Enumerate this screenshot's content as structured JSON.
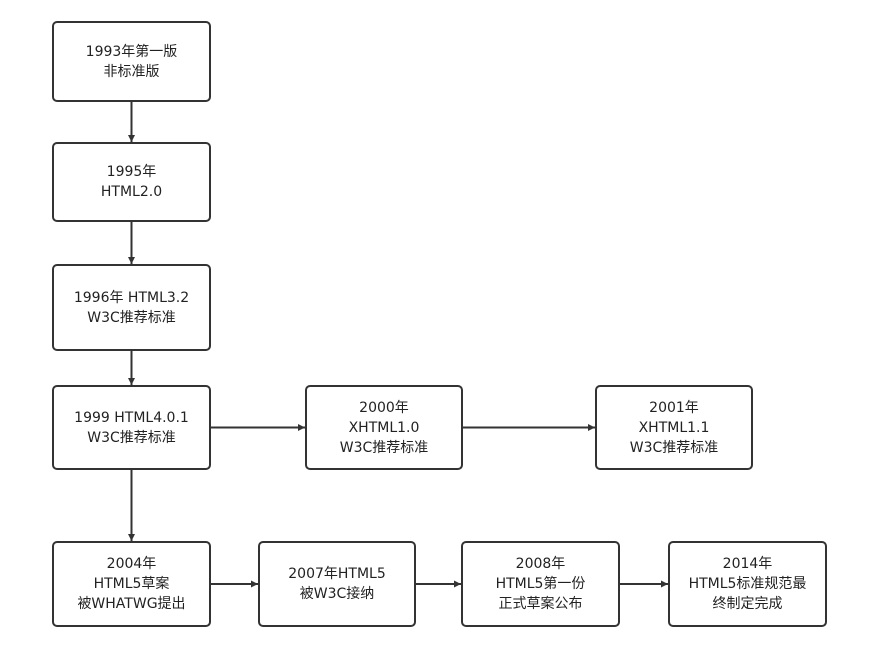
{
  "colors": {
    "stroke": "#333333",
    "text": "#222222",
    "background": "#ffffff"
  },
  "nodes": [
    {
      "id": "n1",
      "lines": [
        "1993年第一版",
        "非标准版"
      ]
    },
    {
      "id": "n2",
      "lines": [
        "1995年",
        "HTML2.0"
      ]
    },
    {
      "id": "n3",
      "lines": [
        "1996年 HTML3.2",
        "W3C推荐标准"
      ]
    },
    {
      "id": "n4",
      "lines": [
        "1999 HTML4.0.1",
        "W3C推荐标准"
      ]
    },
    {
      "id": "n5",
      "lines": [
        "2000年",
        "XHTML1.0",
        "W3C推荐标准"
      ]
    },
    {
      "id": "n6",
      "lines": [
        "2001年",
        "XHTML1.1",
        "W3C推荐标准"
      ]
    },
    {
      "id": "n7",
      "lines": [
        "2004年",
        "HTML5草案",
        "被WHATWG提出"
      ]
    },
    {
      "id": "n8",
      "lines": [
        "2007年HTML5",
        "被W3C接纳"
      ]
    },
    {
      "id": "n9",
      "lines": [
        "2008年",
        "HTML5第一份",
        "正式草案公布"
      ]
    },
    {
      "id": "n10",
      "lines": [
        "2014年",
        "HTML5标准规范最",
        "终制定完成"
      ]
    }
  ],
  "edges": [
    {
      "from": "n1",
      "to": "n2"
    },
    {
      "from": "n2",
      "to": "n3"
    },
    {
      "from": "n3",
      "to": "n4"
    },
    {
      "from": "n4",
      "to": "n5"
    },
    {
      "from": "n5",
      "to": "n6"
    },
    {
      "from": "n4",
      "to": "n7"
    },
    {
      "from": "n7",
      "to": "n8"
    },
    {
      "from": "n8",
      "to": "n9"
    },
    {
      "from": "n9",
      "to": "n10"
    }
  ]
}
